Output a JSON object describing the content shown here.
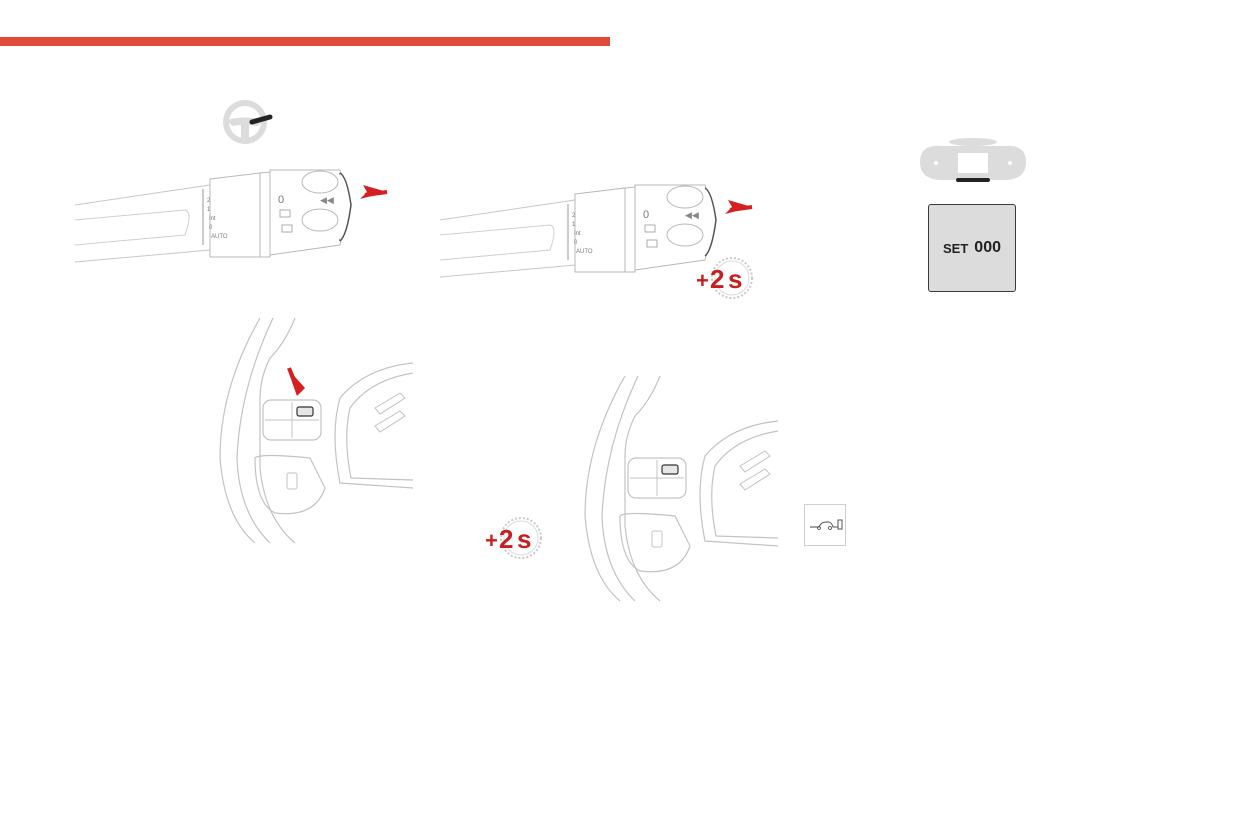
{
  "colors": {
    "accent_bar": "#e04a3a",
    "arrow_red": "#d42020",
    "line_grey": "#b9b9b9",
    "panel_grey": "#dcdcdc"
  },
  "stalk_scale": [
    "2",
    "1",
    "Int",
    "0",
    "AUTO"
  ],
  "stalk_symbols": {
    "zero": "0",
    "reset": "◀◀"
  },
  "badge": {
    "plus": "+",
    "number": "2",
    "unit": "s"
  },
  "display": {
    "set_label": "SET",
    "value": "000"
  },
  "icons": {
    "steering_wheel": "steering-wheel-icon",
    "instrument_panel": "instrument-panel-icon",
    "tow": "car-to-pump-icon"
  }
}
